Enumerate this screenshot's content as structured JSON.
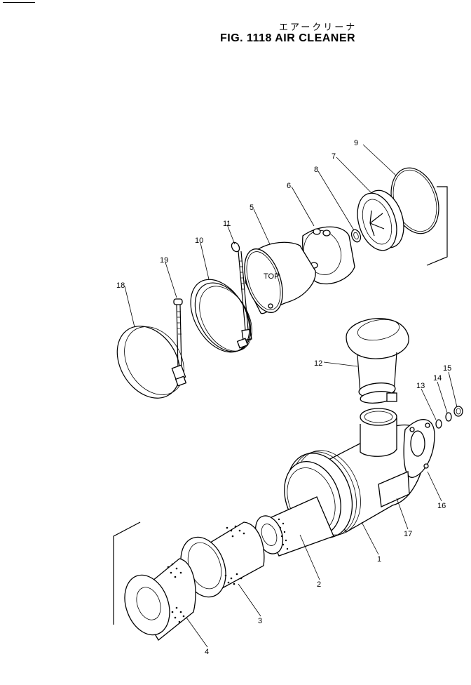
{
  "header": {
    "title_jp": "エアークリーナ",
    "title_en": "FIG. 1118  AIR CLEANER"
  },
  "callouts": [
    "1",
    "2",
    "3",
    "4",
    "5",
    "6",
    "7",
    "8",
    "9",
    "10",
    "11",
    "12",
    "13",
    "14",
    "15",
    "16",
    "17",
    "18",
    "19"
  ],
  "part_markings": {
    "top_label": "TOP"
  }
}
